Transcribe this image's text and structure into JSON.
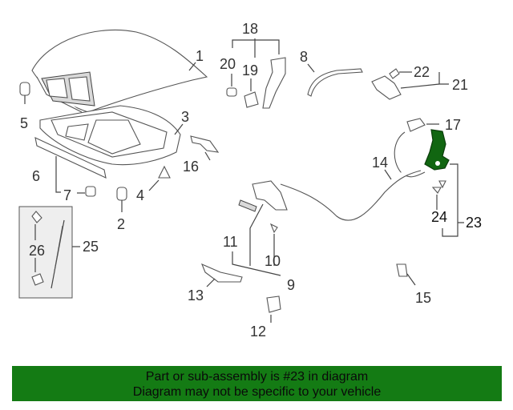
{
  "colors": {
    "banner_bg": "#147b14",
    "highlight_part": "#116611",
    "text": "#111111"
  },
  "callouts": {
    "n1": "1",
    "n2": "2",
    "n3": "3",
    "n4": "4",
    "n5": "5",
    "n6": "6",
    "n7": "7",
    "n8": "8",
    "n9": "9",
    "n10": "10",
    "n11": "11",
    "n12": "12",
    "n13": "13",
    "n14": "14",
    "n15": "15",
    "n16": "16",
    "n17": "17",
    "n18": "18",
    "n19": "19",
    "n20": "20",
    "n21": "21",
    "n22": "22",
    "n23": "23",
    "n24": "24",
    "n25": "25",
    "n26": "26"
  },
  "banner": {
    "line1": "Part or sub-assembly is #23 in diagram",
    "line2": "Diagram may not be specific to your vehicle"
  }
}
